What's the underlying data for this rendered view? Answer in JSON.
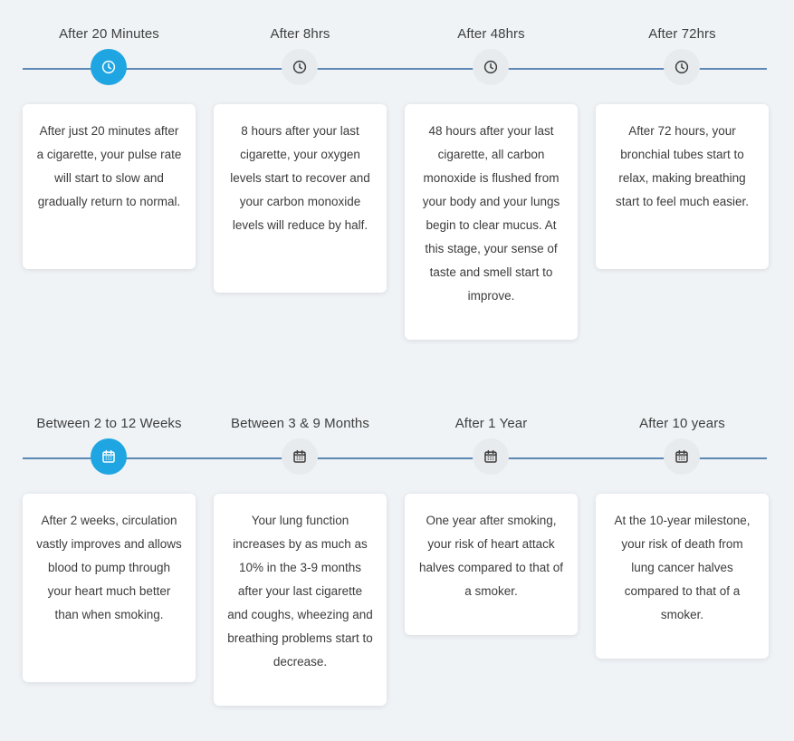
{
  "timeline_top": {
    "steps": [
      {
        "title": "After 20 Minutes",
        "icon": "clock-icon",
        "active": true,
        "text": "After just 20 minutes after a cigarette, your pulse rate will start to slow and gradually return to normal."
      },
      {
        "title": "After 8hrs",
        "icon": "clock-icon",
        "active": false,
        "text": "8 hours after your last cigarette, your oxygen levels start to recover and your carbon monoxide levels will reduce by half."
      },
      {
        "title": "After 48hrs",
        "icon": "clock-icon",
        "active": false,
        "text": "48 hours after your last cigarette, all carbon monoxide is flushed from your body and your lungs begin to clear mucus. At this stage, your sense of taste and smell start to improve."
      },
      {
        "title": "After 72hrs",
        "icon": "clock-icon",
        "active": false,
        "text": "After 72 hours, your bronchial tubes start to relax, making breathing start to feel much easier."
      }
    ]
  },
  "timeline_bottom": {
    "steps": [
      {
        "title": "Between 2 to 12 Weeks",
        "icon": "calendar-icon",
        "active": true,
        "text": "After 2 weeks, circulation vastly improves and allows blood to pump through your heart much better than when smoking."
      },
      {
        "title": "Between 3 & 9 Months",
        "icon": "calendar-icon",
        "active": false,
        "text": "Your lung function increases by as much as 10% in the 3-9 months after your last cigarette and coughs, wheezing and breathing problems start to decrease."
      },
      {
        "title": "After 1 Year",
        "icon": "calendar-icon",
        "active": false,
        "text": "One year after smoking, your risk of heart attack halves compared to that of a smoker."
      },
      {
        "title": "After 10 years",
        "icon": "calendar-icon",
        "active": false,
        "text": "At the 10-year milestone, your risk of death from lung cancer halves compared to that of a smoker."
      }
    ]
  },
  "colors": {
    "page_background": "#eff3f6",
    "timeline_line": "#5d87b4",
    "active_marker": "#1fa6e2",
    "inactive_marker": "#e8ebee",
    "card_background": "#ffffff",
    "text": "#3b3b3b"
  }
}
